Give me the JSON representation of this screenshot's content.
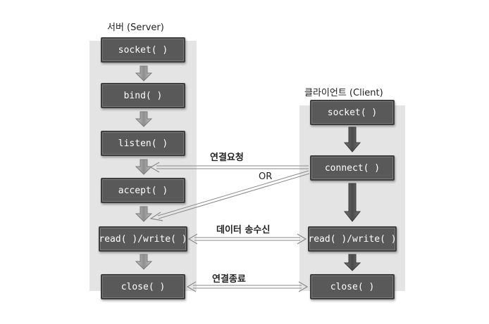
{
  "server": {
    "title": "서버 (Server)",
    "functions": [
      "socket( )",
      "bind( )",
      "listen( )",
      "accept( )",
      "read( )/write( )",
      "close( )"
    ]
  },
  "client": {
    "title": "클라이언트 (Client)",
    "functions": [
      "socket( )",
      "connect( )",
      "read( )/write( )",
      "close( )"
    ]
  },
  "labels": {
    "connect_request": "연결요청",
    "or": "OR",
    "data_transfer": "데이터 송수신",
    "close_connection": "연결종료"
  },
  "colors": {
    "panel": "#e4e4e4",
    "box": "#595959",
    "arrow": "#9a9a9a"
  }
}
